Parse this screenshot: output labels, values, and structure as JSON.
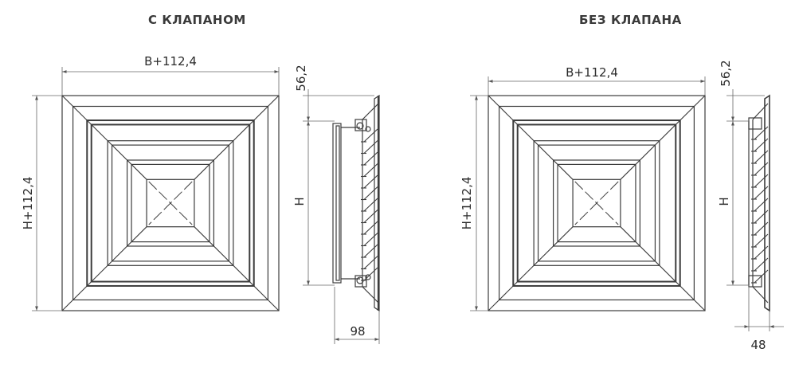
{
  "titles": {
    "with_valve": "С КЛАПАНОМ",
    "without_valve": "БЕЗ КЛАПАНА"
  },
  "dimensions": {
    "width_label": "B+112,4",
    "height_label": "H+112,4",
    "offset_label": "56,2",
    "inner_height_label": "H",
    "depth_with_valve": "98",
    "depth_without_valve": "48"
  },
  "colors": {
    "line": "#3c3c3c",
    "dim_line": "#555555"
  }
}
